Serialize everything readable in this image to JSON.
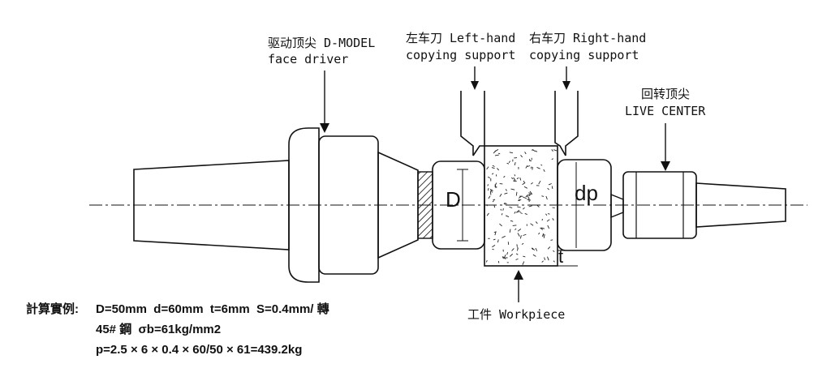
{
  "labels": {
    "face_driver_cn": "驱动顶尖 D-MODEL",
    "face_driver_en": "face driver",
    "left_support_cn": "左车刀 Left-hand",
    "left_support_en": "copying support",
    "right_support_cn": "右车刀 Right-hand",
    "right_support_en": "copying support",
    "live_center_cn": "回转顶尖",
    "live_center_en": "LIVE CENTER",
    "workpiece": "工件 Workpiece",
    "dim_D": "D",
    "dim_dp": "dp",
    "dim_t": "t"
  },
  "calculation": {
    "heading": "計算實例:",
    "line1": "D=50mm  d=60mm  t=6mm  S=0.4mm/ 轉",
    "line2": "45# 鋼  σb=61kg/mm2",
    "line3": "p=2.5 × 6 × 0.4 × 60/50 × 61=439.2kg"
  },
  "colors": {
    "ink": "#111111",
    "background": "#ffffff"
  }
}
